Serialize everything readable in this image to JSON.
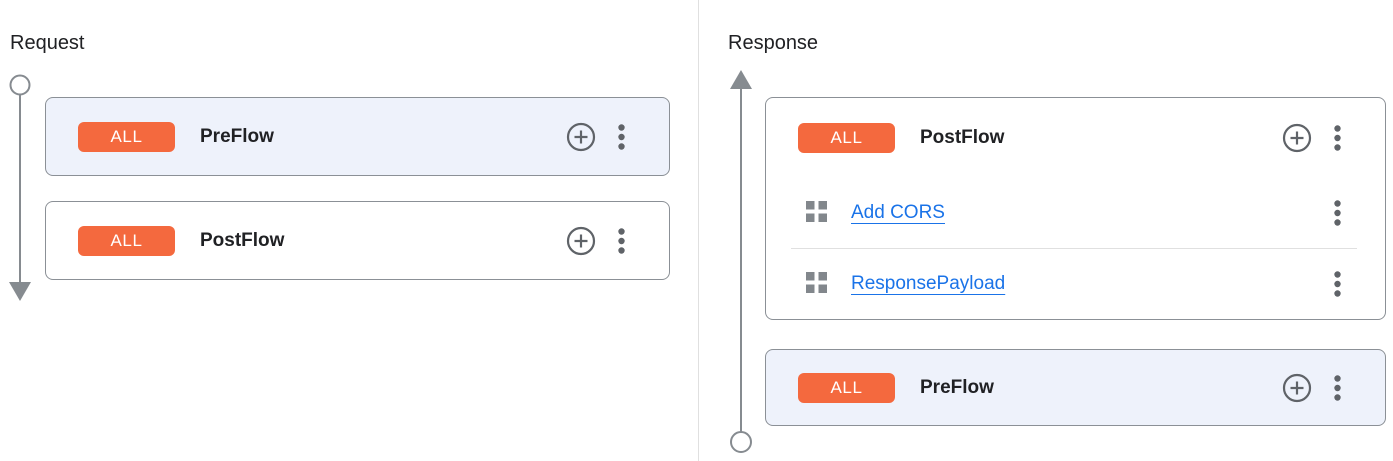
{
  "panels": {
    "request": {
      "title": "Request",
      "flows": [
        {
          "badge": "ALL",
          "name": "PreFlow",
          "highlighted": true
        },
        {
          "badge": "ALL",
          "name": "PostFlow",
          "highlighted": false
        }
      ]
    },
    "response": {
      "title": "Response",
      "flows": [
        {
          "badge": "ALL",
          "name": "PostFlow",
          "highlighted": false,
          "policies": [
            {
              "label": "Add CORS"
            },
            {
              "label": "ResponsePayload"
            }
          ]
        },
        {
          "badge": "ALL",
          "name": "PreFlow",
          "highlighted": true
        }
      ]
    }
  },
  "colors": {
    "badge_orange": "#F4693E",
    "selected_flow_bg": "#EEF2FB",
    "link_blue": "#1A73E8",
    "card_border": "#8B9096",
    "timeline_gray": "#868B90",
    "icon_gray": "#5F6368",
    "divider_gray": "#E0E0E0",
    "text_dark": "#202124"
  }
}
